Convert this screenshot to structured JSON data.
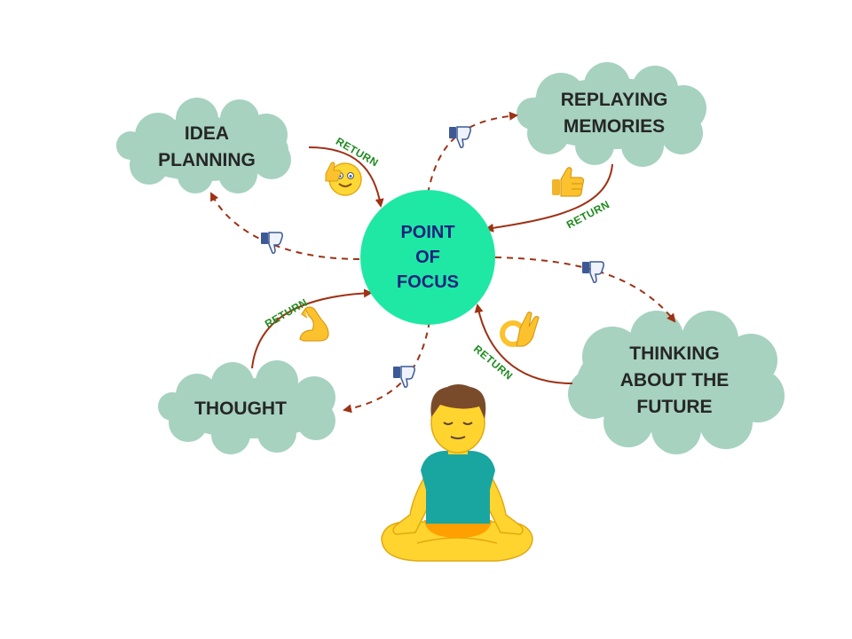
{
  "diagram": {
    "colors": {
      "cloud_fill": "#a6d2bf",
      "center_fill": "#1fe8a4",
      "center_text": "#1a237e",
      "arrow": "#9e3116",
      "return_text": "#1e8a1e",
      "node_text": "#262626"
    },
    "center": {
      "label": "POINT\nOF\nFOCUS"
    },
    "nodes": [
      {
        "id": "idea-planning",
        "label": "IDEA\nPLANNING"
      },
      {
        "id": "replaying-memories",
        "label": "REPLAYING\nMEMORIES"
      },
      {
        "id": "thought",
        "label": "THOUGHT"
      },
      {
        "id": "thinking-future",
        "label": "THINKING\nABOUT THE\nFUTURE"
      }
    ],
    "return_labels": [
      "RETURN",
      "RETURN",
      "RETURN",
      "RETURN"
    ],
    "icons": {
      "dislike": "thumbs-down-icon",
      "like": "thumbs-up-icon",
      "ok": "ok-hand-icon",
      "strong": "flexed-biceps-icon",
      "smiley": "thumbs-up-smiley-icon",
      "person": "meditating-person-icon"
    }
  }
}
